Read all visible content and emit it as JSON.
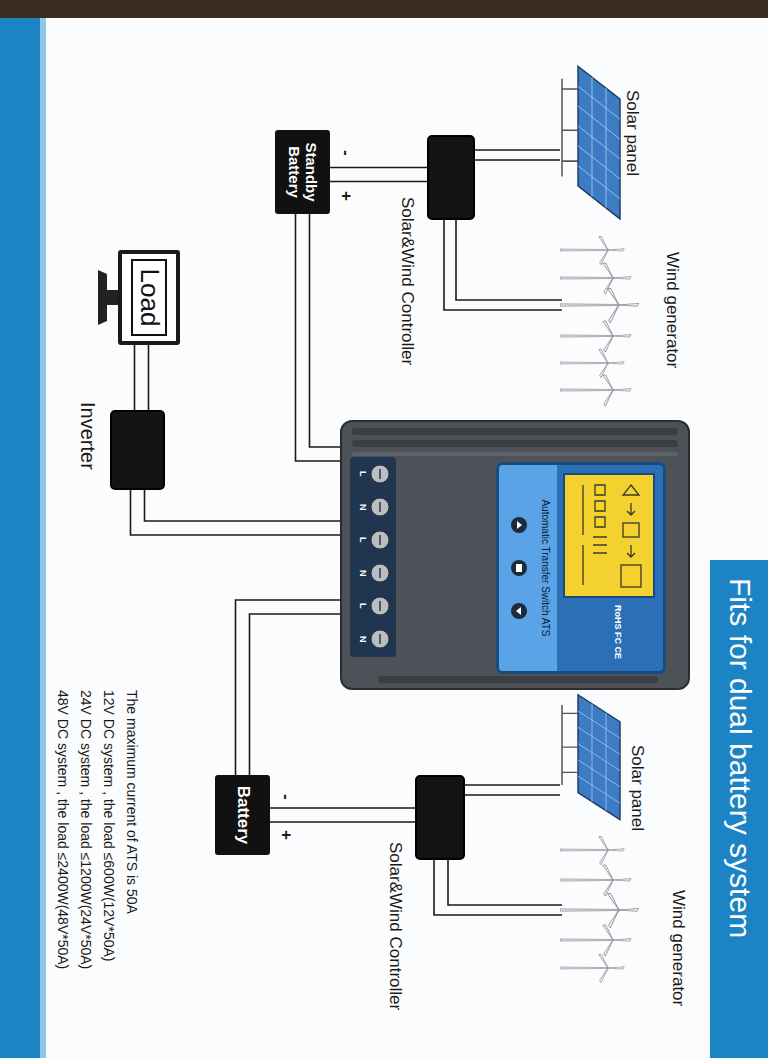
{
  "diagram": {
    "title": "Fits for dual battery system",
    "nodes": [
      {
        "text": [
          "Solar&Wind Controller"
        ]
      },
      {
        "text": [
          "Standby Battery"
        ]
      },
      {
        "text": [
          "RoHS FC CE",
          "Automatic Transfer Switch ATS"
        ]
      },
      {
        "text": [
          "Load"
        ]
      },
      {
        "text": [
          "Inverter"
        ]
      },
      {
        "text": [
          "Solar&Wind Controller"
        ]
      },
      {
        "text": [
          "Battery"
        ]
      }
    ],
    "edges": [
      {
        "from": 0,
        "to": 1,
        "arrow": "none"
      },
      {
        "from": 1,
        "to": 2,
        "arrow": "none"
      },
      {
        "from": 4,
        "to": 2,
        "arrow": "none"
      },
      {
        "from": 3,
        "to": 4,
        "arrow": "none"
      },
      {
        "from": 2,
        "to": 6,
        "arrow": "none"
      },
      {
        "from": 5,
        "to": 6,
        "arrow": "none"
      }
    ],
    "labels": [
      "Solar panel",
      "Wind generator",
      "-",
      "+",
      "L",
      "N",
      "L",
      "N",
      "L",
      "N",
      "Solar panel",
      "Wind generator",
      "-",
      "+",
      "The maximum current of ATS is 50A",
      "12V DC system , the load ≤600W(12V*50A)",
      "24V DC system , the load ≤1200W(24V*50A)",
      "48V DC system , the load ≤2400W(48V*50A)"
    ]
  }
}
